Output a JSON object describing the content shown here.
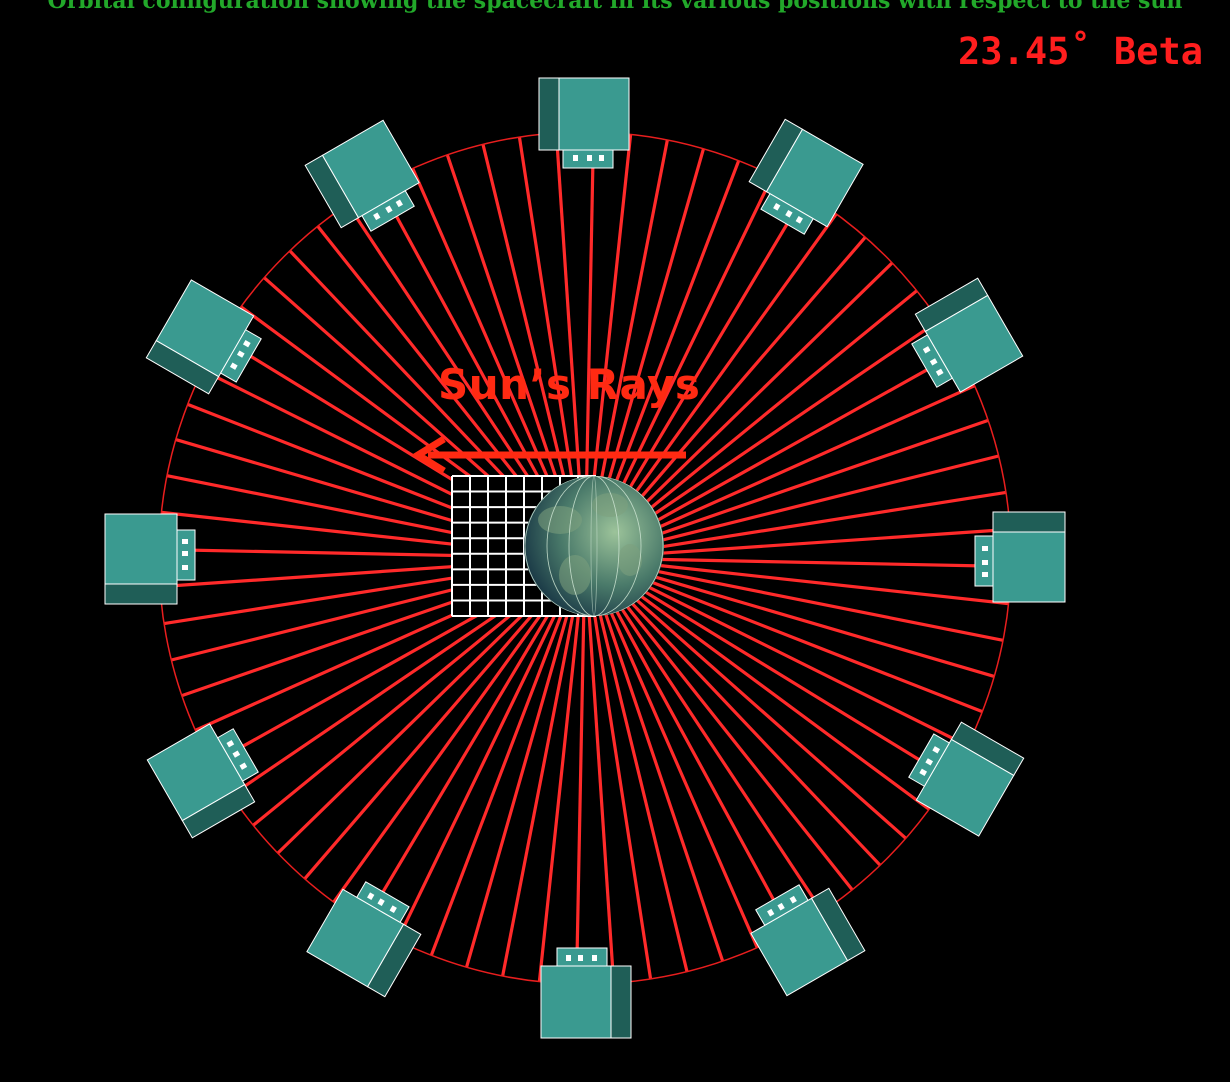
{
  "top_caption": "Orbital configuration showing the spacecraft in its various positions with respect to the sun",
  "beta_angle_label": "23.45˚ Beta",
  "sun_label": "Sun’s Rays",
  "colors": {
    "background": "#000000",
    "ray": "#ff2a2a",
    "orbit": "#e81e1e",
    "spacecraft_face": "#3a9a90",
    "spacecraft_side": "#1f5e57",
    "spacecraft_edge": "#ffffff",
    "shadow_grid": "#ffffff",
    "earth_ocean": "#1f4a5a",
    "earth_land": "#7da07d",
    "caption": "#22a82a",
    "label": "#ff1e1e"
  },
  "icons": [
    "sun-rays-arrow-icon",
    "earth-icon",
    "spacecraft-icon"
  ],
  "spacecraft_count": 12,
  "ray_count": 72
}
